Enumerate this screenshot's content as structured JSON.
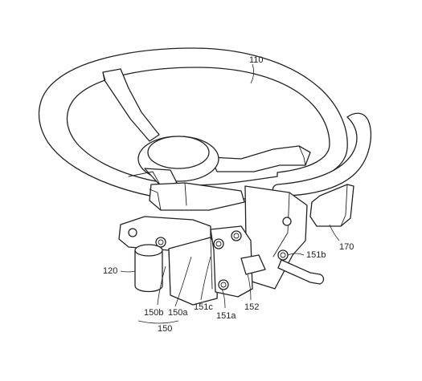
{
  "labels": {
    "wheel": "110",
    "column": "120",
    "assembly": "150",
    "plate_b": "150b",
    "plate_a": "150a",
    "pin_c": "151c",
    "pin_a": "151a",
    "pin_b": "151b",
    "bracket": "152",
    "lever": "170"
  }
}
